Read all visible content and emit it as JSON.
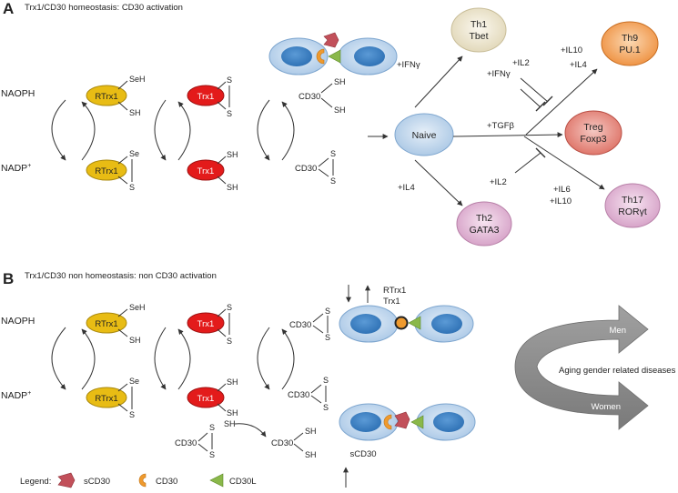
{
  "panel_a": {
    "letter": "A",
    "title": "Trx1/CD30 homeostasis: CD30 activation",
    "nadph": "NAOPH",
    "nadp": "NADP",
    "nadp_sup": "+",
    "rtrx1_reduced": "RTrx1",
    "rtrx1_oxidized": "RTrx1",
    "seh": "SeH",
    "sh": "SH",
    "se": "Se",
    "s": "S",
    "trx1_oxidized": "Trx1",
    "trx1_reduced": "Trx1",
    "cd30": "CD30",
    "ifn_top": "+IFNγ",
    "naive": "Naive",
    "th1_line1": "Th1",
    "th1_line2": "Tbet",
    "th9_line1": "Th9",
    "th9_line2": "PU.1",
    "treg_line1": "Treg",
    "treg_line2": "Foxp3",
    "th17_line1": "Th17",
    "th17_line2": "RORγt",
    "th2_line1": "Th2",
    "th2_line2": "GATA3",
    "il2_a": "+IL2",
    "ifn_a": "+IFNγ",
    "il10_a": "+IL10",
    "il4_a": "+IL4",
    "tgfb": "+TGFβ",
    "il2_b": "+IL2",
    "il6": "+IL6",
    "il10_b": "+IL10",
    "il4_b": "+IL4"
  },
  "panel_b": {
    "letter": "B",
    "title": "Trx1/CD30 non homeostasis: non CD30 activation",
    "nadph": "NAOPH",
    "nadp": "NADP",
    "nadp_sup": "+",
    "rtrx1": "RTrx1",
    "trx1": "Trx1",
    "seh": "SeH",
    "sh": "SH",
    "se": "Se",
    "s": "S",
    "cd30": "CD30",
    "rtrx1_label": "RTrx1",
    "trx1_label": "Trx1",
    "scd30": "sCD30",
    "men": "Men",
    "women": "Women",
    "aging": "Aging gender related diseases"
  },
  "legend": {
    "title": "Legend:",
    "scd30": "sCD30",
    "cd30": "CD30",
    "cd30l": "CD30L"
  },
  "colors": {
    "rtrx1": "#e8bc14",
    "trx1": "#e31b1b",
    "cell_outer": "#c3d9ef",
    "cell_inner": "#3f86c9",
    "th1": "#f2ecd6",
    "th9": "#f2a155",
    "treg": "#e38b80",
    "th17_th2": "#e4bcd9",
    "naive": "#c8dbee",
    "scd30": "#c2505a",
    "cd30": "#ef9a2e",
    "cd30l": "#8ab84a",
    "big_arrow": "#8d8d8d"
  }
}
